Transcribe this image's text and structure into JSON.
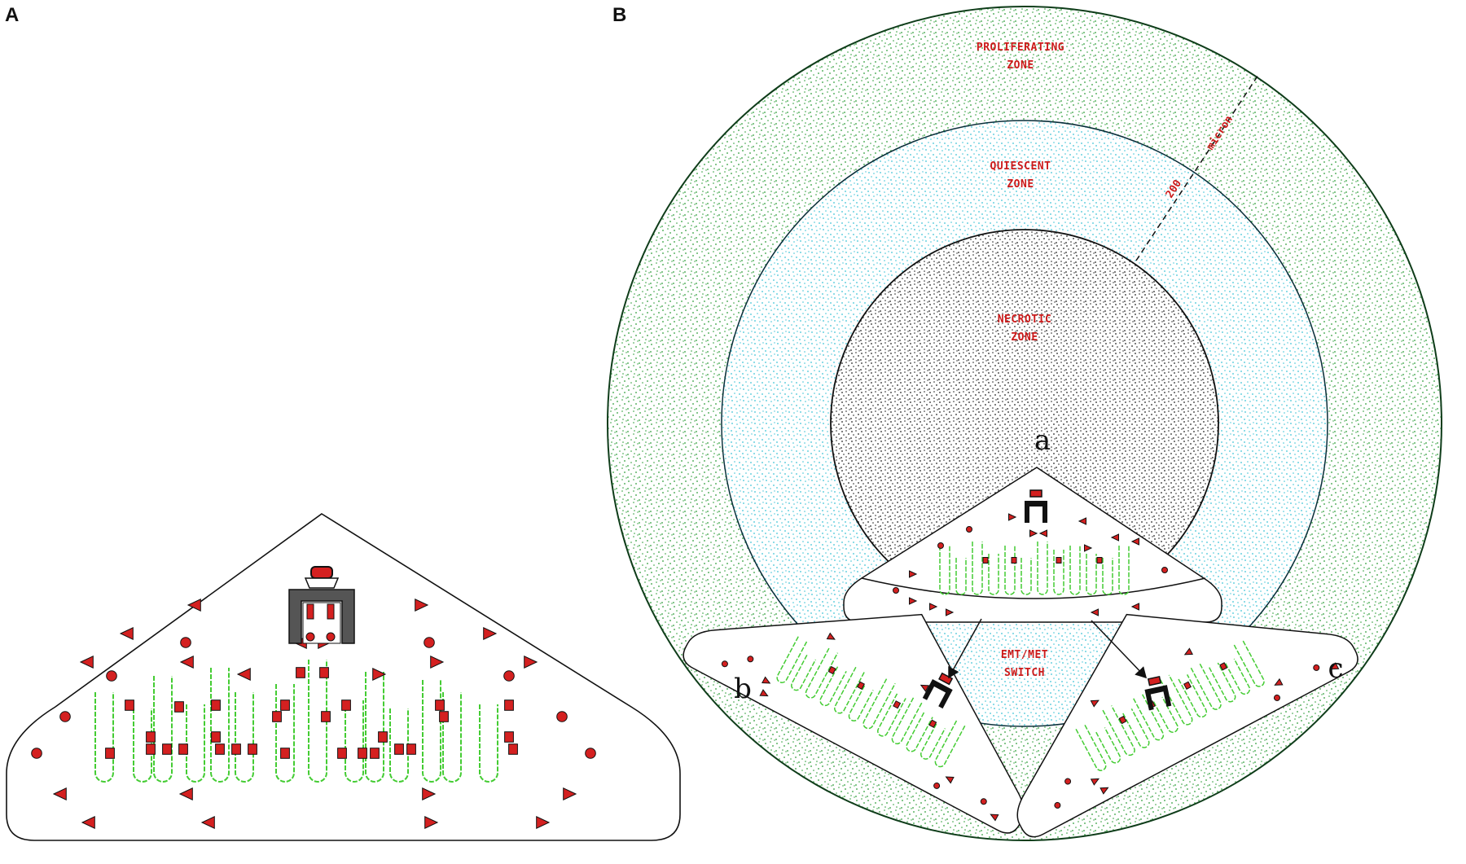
{
  "panels": {
    "a_label": "A",
    "b_label": "B"
  },
  "zones": {
    "proliferating": [
      "PROLIFERATING",
      "ZONE"
    ],
    "quiescent": [
      "QUIESCENT",
      "ZONE"
    ],
    "necrotic": [
      "NECROTIC",
      "ZONE"
    ],
    "emt_met": [
      "EMT/MET",
      "SWITCH"
    ]
  },
  "scale": {
    "value": "200",
    "unit": "micron"
  },
  "details": {
    "a": "a",
    "b": "b",
    "c": "c"
  },
  "colors": {
    "proliferating": "#2e9e3a",
    "quiescent": "#3ec3d6",
    "necrotic": "#2a2a2a",
    "villi": "#44cc33",
    "marker": "#d42020",
    "outline": "#111111",
    "zone_text": "#cc1a1a"
  }
}
